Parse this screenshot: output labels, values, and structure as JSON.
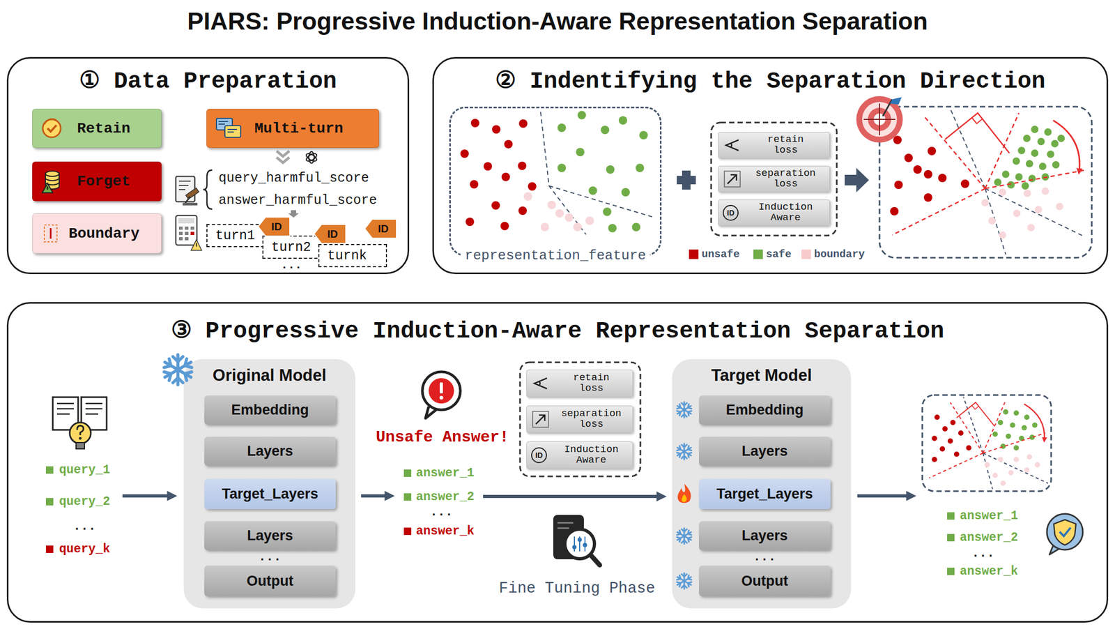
{
  "diagram": {
    "title": "PIARS: Progressive Induction-Aware Representation Separation",
    "nodes": [
      {
        "text": [
          "① Data Preparation"
        ]
      },
      {
        "text": [
          "Retain"
        ],
        "in": 0
      },
      {
        "text": [
          "Multi-turn"
        ],
        "in": 0
      },
      {
        "text": [
          "Forget"
        ],
        "in": 0
      },
      {
        "text": [
          "Boundary"
        ],
        "in": 0
      },
      {
        "text": [
          "turn1"
        ],
        "in": 0
      },
      {
        "text": [
          "ID"
        ],
        "in": 0
      },
      {
        "text": [
          "ID"
        ],
        "in": 0
      },
      {
        "text": [
          "ID"
        ],
        "in": 0
      },
      {
        "text": [
          "turn2"
        ],
        "in": 0
      },
      {
        "text": [
          "turnk"
        ],
        "in": 0
      },
      {
        "text": [
          "② Indentifying the Separation Direction"
        ]
      },
      {
        "text": [
          "representation_feature"
        ],
        "in": 11
      },
      {
        "text": [
          "retain loss"
        ],
        "in": 11
      },
      {
        "text": [
          "separation loss"
        ],
        "in": 11
      },
      {
        "text": [
          "ID",
          "Induction Aware"
        ],
        "in": 11
      },
      {
        "text": [
          "③ Progressive Induction-Aware Representation Separation"
        ]
      },
      {
        "text": [
          "Original Model"
        ],
        "in": 16
      },
      {
        "text": [
          "Embedding"
        ],
        "in": 17
      },
      {
        "text": [
          "Layers"
        ],
        "in": 17
      },
      {
        "text": [
          "Target_Layers"
        ],
        "in": 17
      },
      {
        "text": [
          "Layers"
        ],
        "in": 17
      },
      {
        "text": [
          "Output"
        ],
        "in": 17
      },
      {
        "text": [
          "retain loss"
        ],
        "in": 16
      },
      {
        "text": [
          "separation loss"
        ],
        "in": 16
      },
      {
        "text": [
          "ID",
          "Induction Aware"
        ],
        "in": 16
      },
      {
        "text": [
          "Target Model"
        ],
        "in": 16
      },
      {
        "text": [
          "Embedding"
        ],
        "in": 26
      },
      {
        "text": [
          "Layers"
        ],
        "in": 26
      },
      {
        "text": [
          "Target_Layers"
        ],
        "in": 26
      },
      {
        "text": [
          "Layers"
        ],
        "in": 26
      },
      {
        "text": [
          "Output"
        ],
        "in": 26
      }
    ],
    "labels": [
      "query_harmful_score",
      "answer_harmful_score",
      "...",
      "query_1",
      "query_2",
      "...",
      "query_k",
      "...",
      "Unsafe Answer!",
      "answer_1",
      "answer_2",
      "...",
      "answer_k",
      "Fine Tuning Phase",
      "...",
      "answer_1",
      "answer_2",
      "...",
      "answer_k"
    ],
    "legend": [
      {
        "text": "unsafe",
        "color": "#c00000"
      },
      {
        "text": "safe",
        "color": "#70ad47"
      },
      {
        "text": "boundary",
        "color": "#f8cbcb"
      }
    ]
  }
}
